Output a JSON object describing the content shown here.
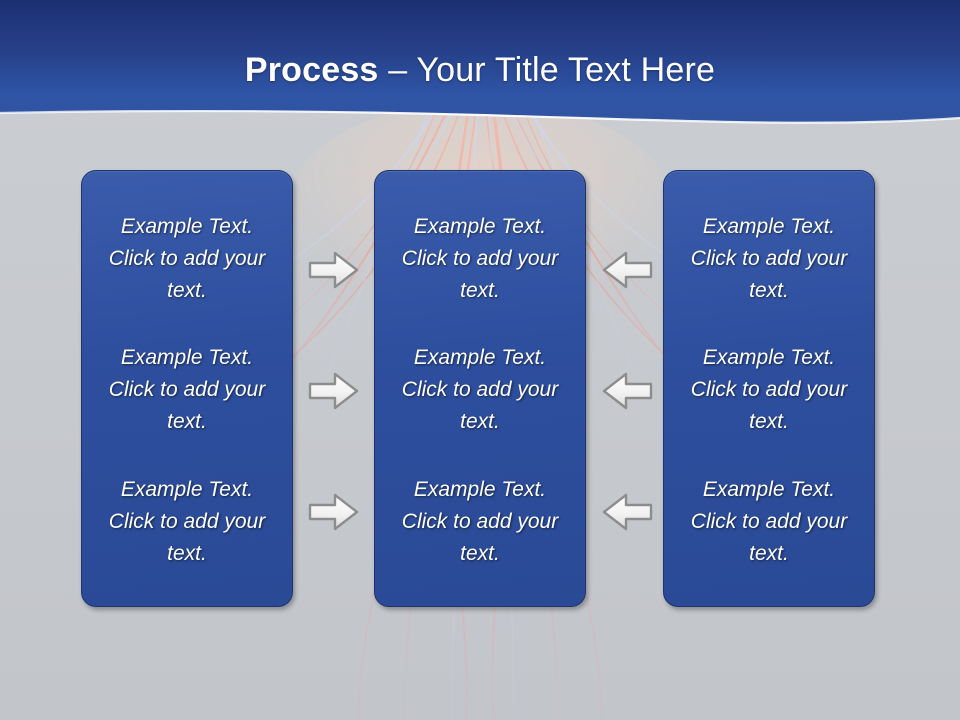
{
  "slide": {
    "title": {
      "bold_part": "Process",
      "rest_part": " – Your Title Text Here"
    },
    "theme": {
      "banner_top_color": "#1d3074",
      "banner_bottom_color": "#2f55a7",
      "background_color": "#c9ccd1",
      "box_fill_color": "#2e4f9e",
      "box_border_color": "#1d3470",
      "text_color": "#ffffff",
      "arrow_fill_color": "#eeeeee",
      "arrow_border_color": "#8a8a8a"
    }
  },
  "columns": [
    {
      "name": "column-left",
      "cells": [
        "Example Text. Click  to add your text.",
        "Example Text. Click  to add your text.",
        "Example Text. Click  to add your text."
      ]
    },
    {
      "name": "column-middle",
      "cells": [
        "Example Text. Click  to add your text.",
        "Example Text. Click  to add your text.",
        "Example Text. Click  to add your text."
      ]
    },
    {
      "name": "column-right",
      "cells": [
        "Example Text. Click  to add your text.",
        "Example Text. Click  to add your text.",
        "Example Text. Click  to add your text."
      ]
    }
  ],
  "arrows": [
    {
      "name": "arrow-right-row-1",
      "direction": "right",
      "icon": "arrow-right-icon"
    },
    {
      "name": "arrow-right-row-2",
      "direction": "right",
      "icon": "arrow-right-icon"
    },
    {
      "name": "arrow-right-row-3",
      "direction": "right",
      "icon": "arrow-right-icon"
    },
    {
      "name": "arrow-left-row-1",
      "direction": "left",
      "icon": "arrow-left-icon"
    },
    {
      "name": "arrow-left-row-2",
      "direction": "left",
      "icon": "arrow-left-icon"
    },
    {
      "name": "arrow-left-row-3",
      "direction": "left",
      "icon": "arrow-left-icon"
    }
  ]
}
